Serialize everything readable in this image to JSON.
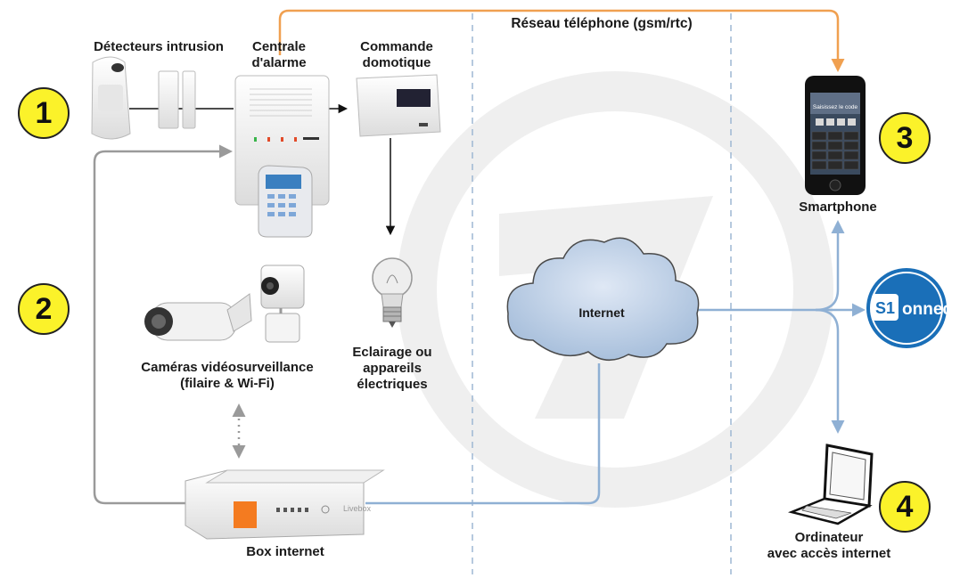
{
  "labels": {
    "detectors": "Détecteurs intrusion",
    "central_1": "Centrale",
    "central_2": "d'alarme",
    "domotic_1": "Commande",
    "domotic_2": "domotique",
    "network": "Réseau téléphone (gsm/rtc)",
    "smartphone": "Smartphone",
    "cameras_1": "Caméras vidéosurveillance",
    "cameras_2": "(filaire & Wi-Fi)",
    "lighting_1": "Eclairage ou",
    "lighting_2": "appareils",
    "lighting_3": "électriques",
    "internet": "Internet",
    "box": "Box internet",
    "computer_1": "Ordinateur",
    "computer_2": "avec accès internet",
    "phone_screen": "Saisissez le code",
    "connect_s": "S1",
    "connect_rest": "onnect",
    "livebox": "Livebox"
  },
  "badges": [
    "1",
    "2",
    "3",
    "4"
  ],
  "colors": {
    "badge": "#fbf22a",
    "orange_link": "#f0a050",
    "blue_link": "#8fb0d4",
    "grey_link": "#9a9a9a",
    "connect_blue": "#1a6fb8"
  }
}
